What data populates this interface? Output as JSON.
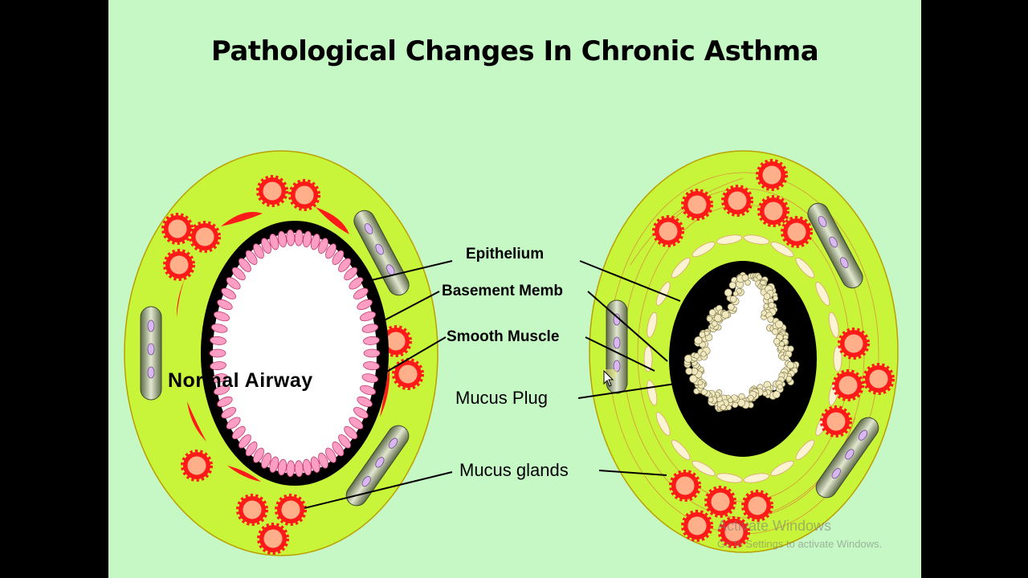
{
  "title": "Pathological Changes In Chronic Asthma",
  "labels": {
    "epithelium": "Epithelium",
    "basement_membrane": "Basement Memb",
    "smooth_muscle": "Smooth Muscle",
    "mucus_plug": "Mucus Plug",
    "mucus_glands": "Mucus glands",
    "normal_airway": "Normal Airway"
  },
  "watermark": {
    "line1": "Activate Windows",
    "line2": "Go to Settings to activate Windows."
  },
  "colors": {
    "background": "#c6f8c6",
    "tissue": "#c8f53a",
    "gland_red": "#ff1a1a",
    "gland_center": "#ffb08a",
    "epithelial_cell": "#ff9ec4",
    "lumen": "#ffffff",
    "wall_black": "#000000",
    "mucus": "#f0e8c0",
    "cartilage": "#8a9a6a"
  }
}
